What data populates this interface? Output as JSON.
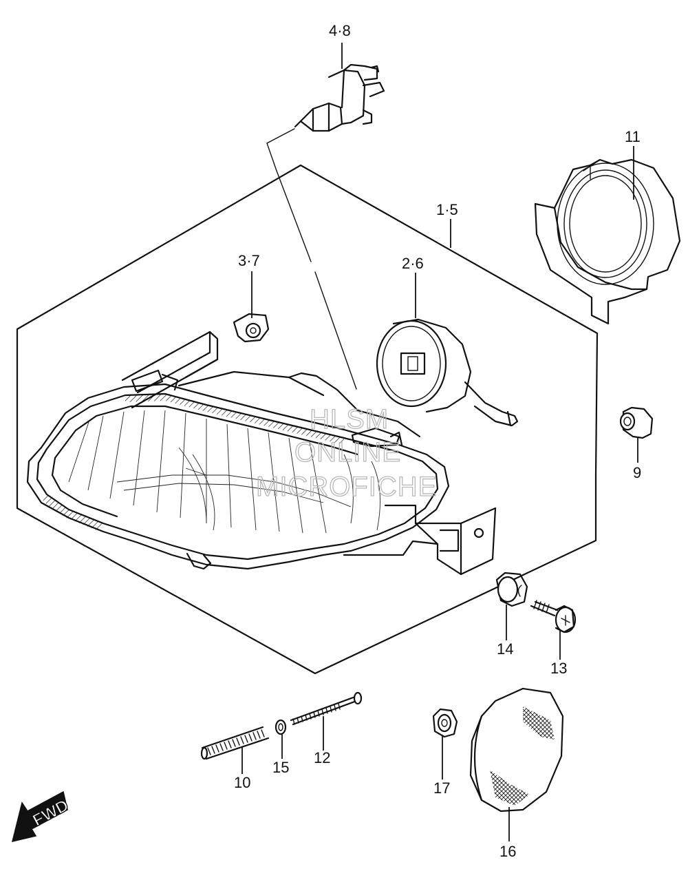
{
  "labels": {
    "p48": "4·8",
    "p11": "11",
    "p15": "1·5",
    "p37": "3·7",
    "p26": "2·6",
    "p9": "9",
    "p14": "14",
    "p13": "13",
    "p10": "10",
    "p15b": "15",
    "p12": "12",
    "p17": "17",
    "p16": "16"
  },
  "watermark": {
    "line1": "HLSM",
    "line2": "ONLINE",
    "line3": "MICROFICHE"
  },
  "fwd_arrow": {
    "text": "FWD"
  }
}
